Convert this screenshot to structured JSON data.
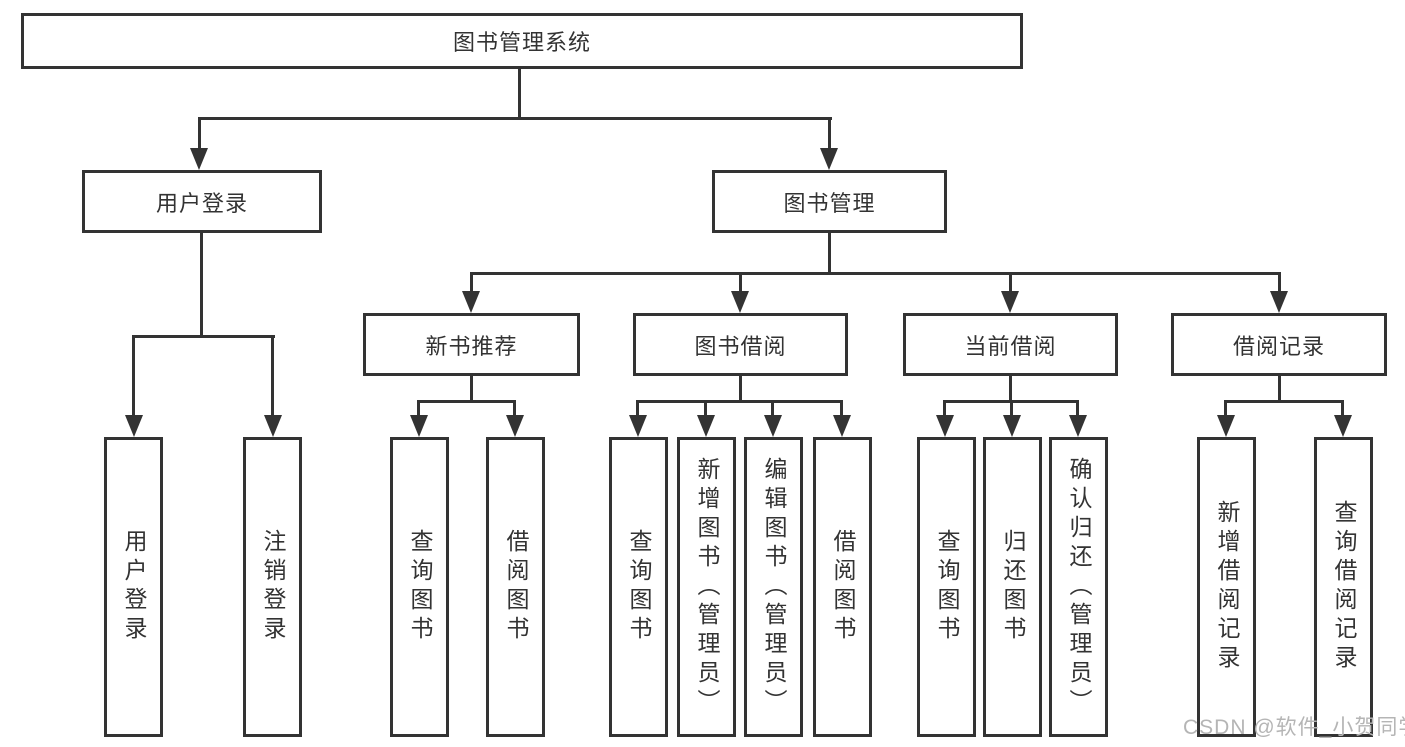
{
  "title": "图书管理系统",
  "tree": {
    "root": {
      "label": "图书管理系统"
    },
    "children": [
      {
        "label": "用户登录",
        "children": [
          {
            "label": "用户登录"
          },
          {
            "label": "注销登录"
          }
        ]
      },
      {
        "label": "图书管理",
        "children": [
          {
            "label": "新书推荐",
            "children": [
              {
                "label": "查询图书"
              },
              {
                "label": "借阅图书"
              }
            ]
          },
          {
            "label": "图书借阅",
            "children": [
              {
                "label": "查询图书"
              },
              {
                "label": "新增图书（管理员）"
              },
              {
                "label": "编辑图书（管理员）"
              },
              {
                "label": "借阅图书"
              }
            ]
          },
          {
            "label": "当前借阅",
            "children": [
              {
                "label": "查询图书"
              },
              {
                "label": "归还图书"
              },
              {
                "label": "确认归还（管理员）"
              }
            ]
          },
          {
            "label": "借阅记录",
            "children": [
              {
                "label": "新增借阅记录"
              },
              {
                "label": "查询借阅记录"
              }
            ]
          }
        ]
      }
    ]
  },
  "watermark": {
    "text": "CSDN @软件_小贺同学",
    "color": "#b5b5b5"
  },
  "colors": {
    "line": "#333333",
    "text": "#333333",
    "background": "#ffffff"
  }
}
